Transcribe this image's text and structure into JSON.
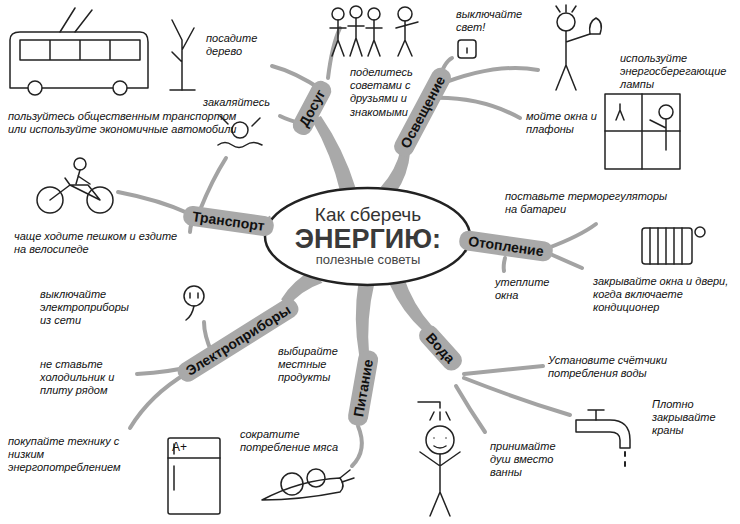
{
  "diagram": {
    "nodes": [
      {
        "text": [
          "Как сберечь",
          "ЭНЕРГИЮ:",
          "полезные советы"
        ]
      },
      {
        "text": [
          "Досуг"
        ]
      },
      {
        "text": [
          "Освещение"
        ]
      },
      {
        "text": [
          "Отопление"
        ]
      },
      {
        "text": [
          "Вода"
        ]
      },
      {
        "text": [
          "Питание"
        ]
      },
      {
        "text": [
          "Электроприборы"
        ]
      },
      {
        "text": [
          "Транспорт"
        ]
      }
    ],
    "edges": [
      {
        "from": 0,
        "to": 1,
        "arrow": "none"
      },
      {
        "from": 0,
        "to": 2,
        "arrow": "none"
      },
      {
        "from": 0,
        "to": 3,
        "arrow": "none"
      },
      {
        "from": 0,
        "to": 4,
        "arrow": "none"
      },
      {
        "from": 0,
        "to": 5,
        "arrow": "none"
      },
      {
        "from": 0,
        "to": 6,
        "arrow": "none"
      },
      {
        "from": 0,
        "to": 7,
        "arrow": "none"
      }
    ],
    "labels": [
      "посадите дерево",
      "закаляйтесь",
      "поделитесь советами с друзьями и знакомыми",
      "выключайте свет!",
      "используйте энергосберегающие лампы",
      "мойте окна и плафоны",
      "поставьте терморегуляторы на батареи",
      "утеплите окна",
      "закрывайте окна и двери, когда включаете кондиционер",
      "Установите счётчики потребления воды",
      "Плотно закрывайте краны",
      "принимайте душ вместо ванны",
      "выбирайте местные продукты",
      "сократите потребление мяса",
      "выключайте электроприборы из сети",
      "не ставьте холодильник и плиту рядом",
      "покупайте технику с низким энергопотреблением",
      "пользуйтесь общественным транспортом или используйте экономичные автомобили",
      "чаще ходите пешком и ездите на велосипеде",
      "A+"
    ]
  }
}
